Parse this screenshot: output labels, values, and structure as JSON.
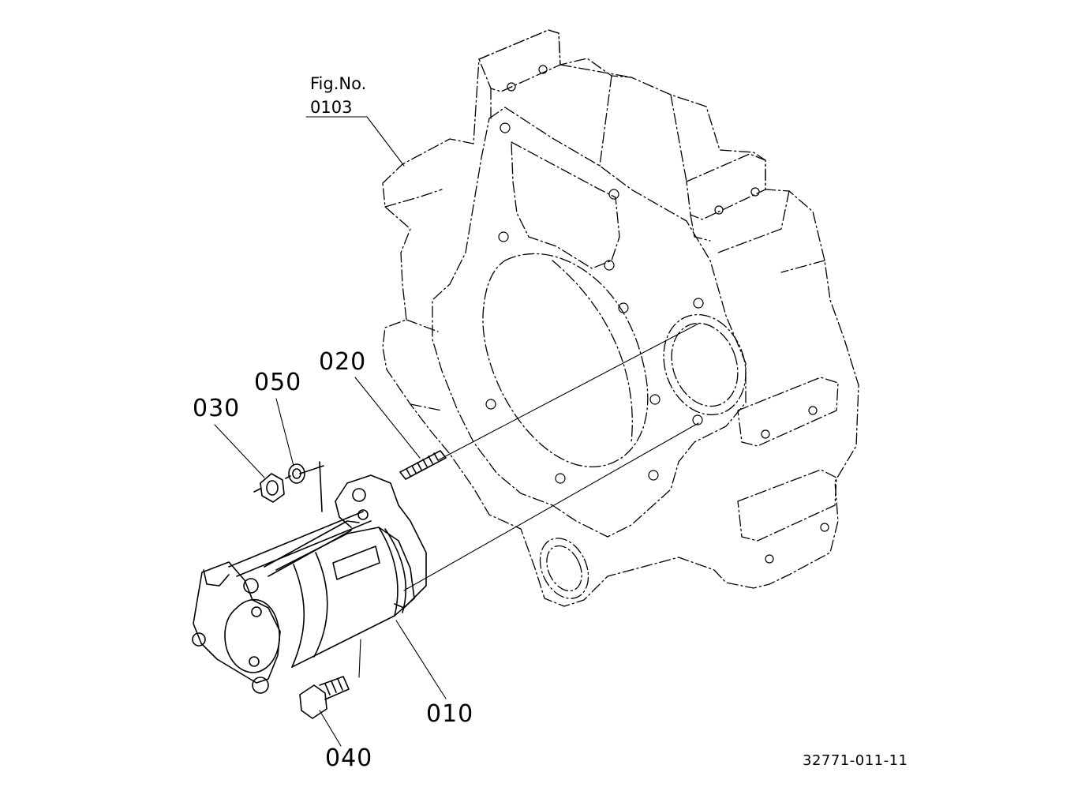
{
  "figure_reference": {
    "label": "Fig.No.",
    "number": "0103"
  },
  "parts": [
    {
      "id": "p010",
      "label": "010"
    },
    {
      "id": "p020",
      "label": "020"
    },
    {
      "id": "p030",
      "label": "030"
    },
    {
      "id": "p040",
      "label": "040"
    },
    {
      "id": "p050",
      "label": "050"
    }
  ],
  "drawing_number": "32771-011-11",
  "colors": {
    "ink": "#000000",
    "paper": "#ffffff"
  }
}
